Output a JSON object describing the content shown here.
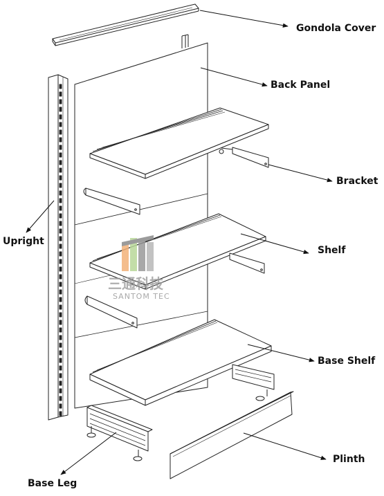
{
  "labels": {
    "gondola_cover": "Gondola Cover",
    "back_panel": "Back Panel",
    "bracket": "Bracket",
    "upright": "Upright",
    "shelf": "Shelf",
    "base_shelf": "Base Shelf",
    "plinth": "Plinth",
    "base_leg": "Base Leg"
  },
  "watermark": {
    "text_cn": "三通科技",
    "text_en": "SANTOM TEC"
  },
  "colors": {
    "line": "#222222",
    "label": "#111111",
    "watermark_orange": "#f3b27a",
    "watermark_green": "#b9d89a",
    "watermark_gray": "#9a9a9a"
  }
}
